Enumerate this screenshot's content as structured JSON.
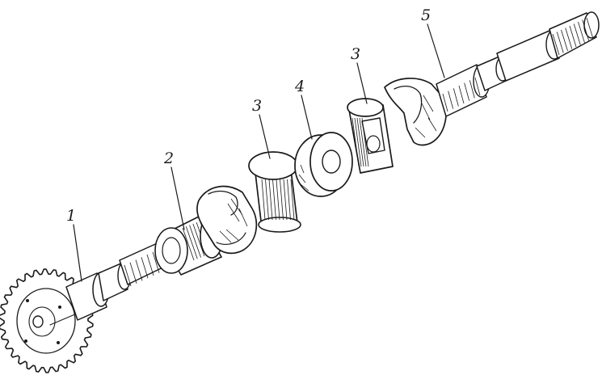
{
  "figure": {
    "callouts": [
      {
        "id": "1",
        "text": "1"
      },
      {
        "id": "2",
        "text": "2"
      },
      {
        "id": "3a",
        "text": "3"
      },
      {
        "id": "4",
        "text": "4"
      },
      {
        "id": "3b",
        "text": "3"
      },
      {
        "id": "5",
        "text": "5"
      }
    ],
    "colors": {
      "ink": "#1a1a1a",
      "paper": "#ffffff"
    }
  }
}
